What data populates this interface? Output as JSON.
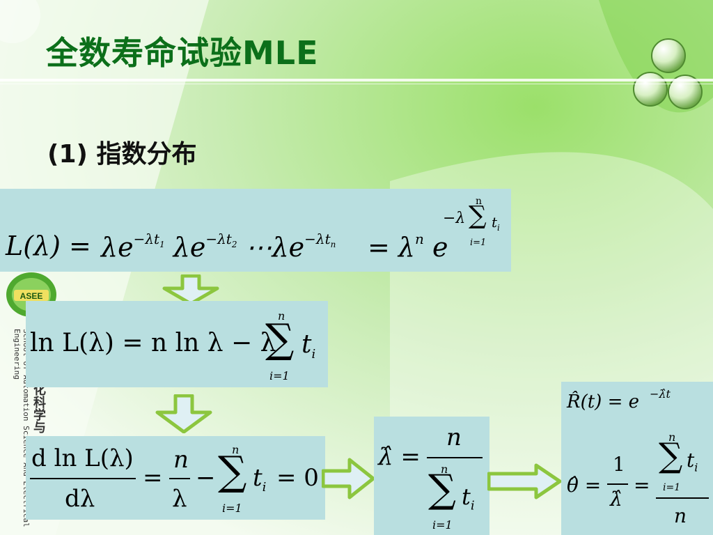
{
  "slide": {
    "title": "全数寿命试验MLE",
    "subtitle": "(1) 指数分布",
    "logo_text": "ASEE",
    "school_text": "School of Automation Science And Electrical Engineering",
    "side_cn_text": "化科学与"
  },
  "colors": {
    "title": "#0c6f1a",
    "box": "#b9dfe0",
    "arrow_fill": "#dff0f4",
    "arrow_stroke": "#8cc63f"
  },
  "equations": {
    "likelihood": {
      "lhs": "L(λ) = ",
      "terms": [
        "λe",
        "λe",
        "⋯λe"
      ],
      "exponents": [
        "−λt",
        "−λt",
        "−λt"
      ],
      "subs": [
        "1",
        "2",
        "n"
      ],
      "rhs": "= λ",
      "rhs_sup": "n",
      "rhs_e": "e",
      "rhs_exp": "−λ",
      "sum_top": "n",
      "sum_bottom": "i=1",
      "sum_term": "t",
      "sum_sub": "i"
    },
    "log_likelihood": {
      "text": "ln L(λ) = n ln λ − λ",
      "sum_top": "n",
      "sum_bottom": "i=1",
      "sum_term": "t",
      "sum_sub": "i"
    },
    "derivative": {
      "num": "d ln L(λ)",
      "den": "dλ",
      "eq": "=",
      "frac_num": "n",
      "frac_den": "λ",
      "minus": "−",
      "sum_top": "n",
      "sum_bottom": "i=1",
      "sum_term": "t",
      "sum_sub": "i",
      "rhs": "= 0"
    },
    "estimator": {
      "lhs": "λ̂ =",
      "num": "n",
      "sum_top": "n",
      "sum_bottom": "i=1",
      "sum_term": "t",
      "sum_sub": "i"
    },
    "reliability": {
      "r_lhs": "R̂(t) = e",
      "r_exp": "−λ̂t",
      "theta_lhs": "θ̂ =",
      "one": "1",
      "lam": "λ̂",
      "eq": "=",
      "sum_top": "n",
      "sum_bottom": "i=1",
      "sum_term": "t",
      "sum_sub": "i",
      "den": "n"
    }
  }
}
